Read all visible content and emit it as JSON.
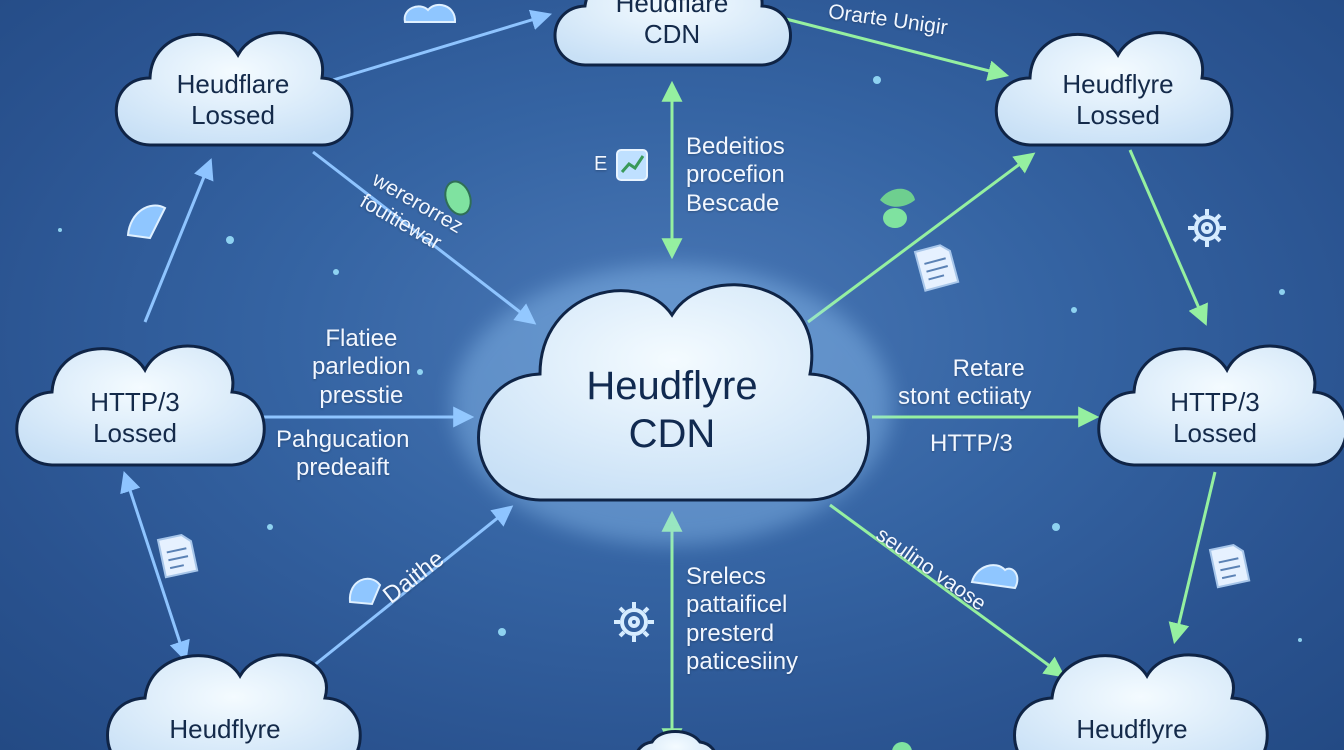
{
  "colors": {
    "blue_arrow": "#8ec4ff",
    "green_arrow": "#95f0a0",
    "cloud_fill": "#dcedfb",
    "cloud_stroke": "#0f2446"
  },
  "nodes": {
    "top_left": {
      "line1": "Heudflare",
      "line2": "Lossed"
    },
    "top_center": {
      "line1": "Heudflare",
      "line2": "CDN"
    },
    "top_right": {
      "line1": "Heudflyre",
      "line2": "Lossed"
    },
    "mid_left": {
      "line1": "HTTP/3",
      "line2": "Lossed"
    },
    "mid_right": {
      "line1": "HTTP/3",
      "line2": "Lossed"
    },
    "center": {
      "line1": "Heudflyre",
      "line2": "CDN"
    },
    "bottom_left": {
      "line1": "Heudflyre"
    },
    "bottom_right": {
      "line1": "Heudflyre"
    }
  },
  "labels": {
    "top_arc": "Orarte Unigir",
    "top_center_note": [
      "Bedeitios",
      "procefion",
      "Bescade"
    ],
    "diag_upper_left": [
      "wererorrez",
      "fouitiewar"
    ],
    "left_middle": [
      "Flatiee",
      "parledion",
      "presstie"
    ],
    "left_lower": [
      "Pahgucation",
      "predeaift"
    ],
    "right_middle_top": [
      "Retare",
      "stont ectiiaty"
    ],
    "right_middle_bottom": "HTTP/3",
    "bottom_left_diag": "Daithe",
    "bottom_center_note": [
      "Srelecs",
      "pattaificel",
      "presterd",
      "paticesiiny"
    ],
    "bottom_right_diag": "seulino vaose",
    "small_e": "E"
  },
  "icons": [
    "gear-icon",
    "document-icon",
    "leaf-icon",
    "cloud-icon",
    "chart-icon"
  ]
}
